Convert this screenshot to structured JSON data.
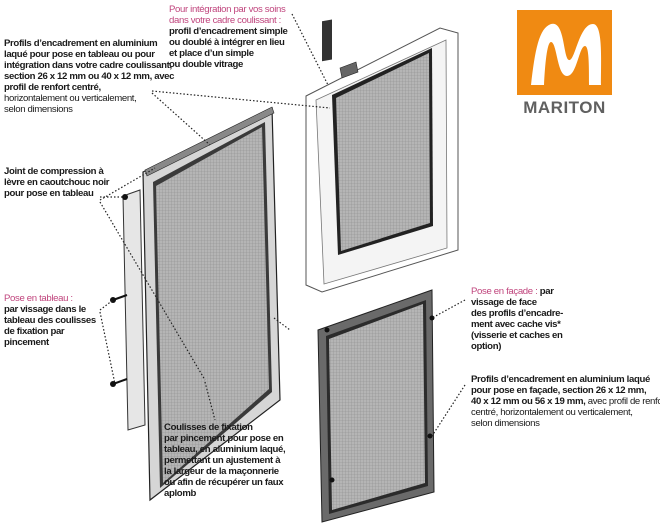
{
  "brand": {
    "name": "MARITON",
    "color": "#f08a12"
  },
  "callouts": {
    "profils_tableau": {
      "bold_lines": [
        "Profils d’encadrement en aluminium",
        "laqué pour pose en tableau ou pour",
        "intégration dans votre cadre coulissant,",
        "section 26 x 12 mm ou 40 x 12 mm, avec",
        "profil de renfort centré,"
      ],
      "thin_lines": [
        "horizontalement ou verticalement,",
        "selon dimensions"
      ]
    },
    "integration": {
      "title_lines": [
        "Pour intégration par vos soins",
        "dans votre cadre coulissant :"
      ],
      "lines": [
        "profil d’encadrement simple",
        "ou doublé à intégrer en lieu",
        "et place d’un simple",
        "ou double vitrage"
      ]
    },
    "joint": {
      "lines": [
        "Joint de compression à",
        "lèvre en caoutchouc noir",
        "pour pose en tableau"
      ]
    },
    "pose_tableau": {
      "title": "Pose en tableau :",
      "lines": [
        "par vissage dans le",
        "tableau des coulisses",
        "de fixation par",
        "pincement"
      ]
    },
    "coulisses": {
      "lines": [
        "Coulisses de fixation",
        "par pincement pour pose en",
        "tableau, en aluminium laqué,",
        "permettant un ajustement à",
        "la largeur de la maçonnerie",
        "ou afin de récupérer un faux",
        "aplomb"
      ]
    },
    "pose_facade": {
      "title": "Pose en façade :",
      "title_rest": " par",
      "lines": [
        "vissage de face",
        "des profils d’encadre-",
        "ment avec cache vis*",
        "(visserie et caches en",
        "option)"
      ]
    },
    "profils_facade": {
      "bold_lines": [
        "Profils d’encadrement en aluminium laqué",
        "pour pose en façade, section 26 x 12 mm,"
      ],
      "mixed_bold": "40 x 12 mm ou 56 x 19 mm,",
      "mixed_thin": " avec profil de renfort",
      "thin_lines": [
        "centré, horizontalement ou verticalement,",
        "selon dimensions"
      ]
    }
  },
  "colors": {
    "accent": "#c0457d",
    "mesh": "#a9a9a9",
    "frame": "#d8d8d8"
  }
}
